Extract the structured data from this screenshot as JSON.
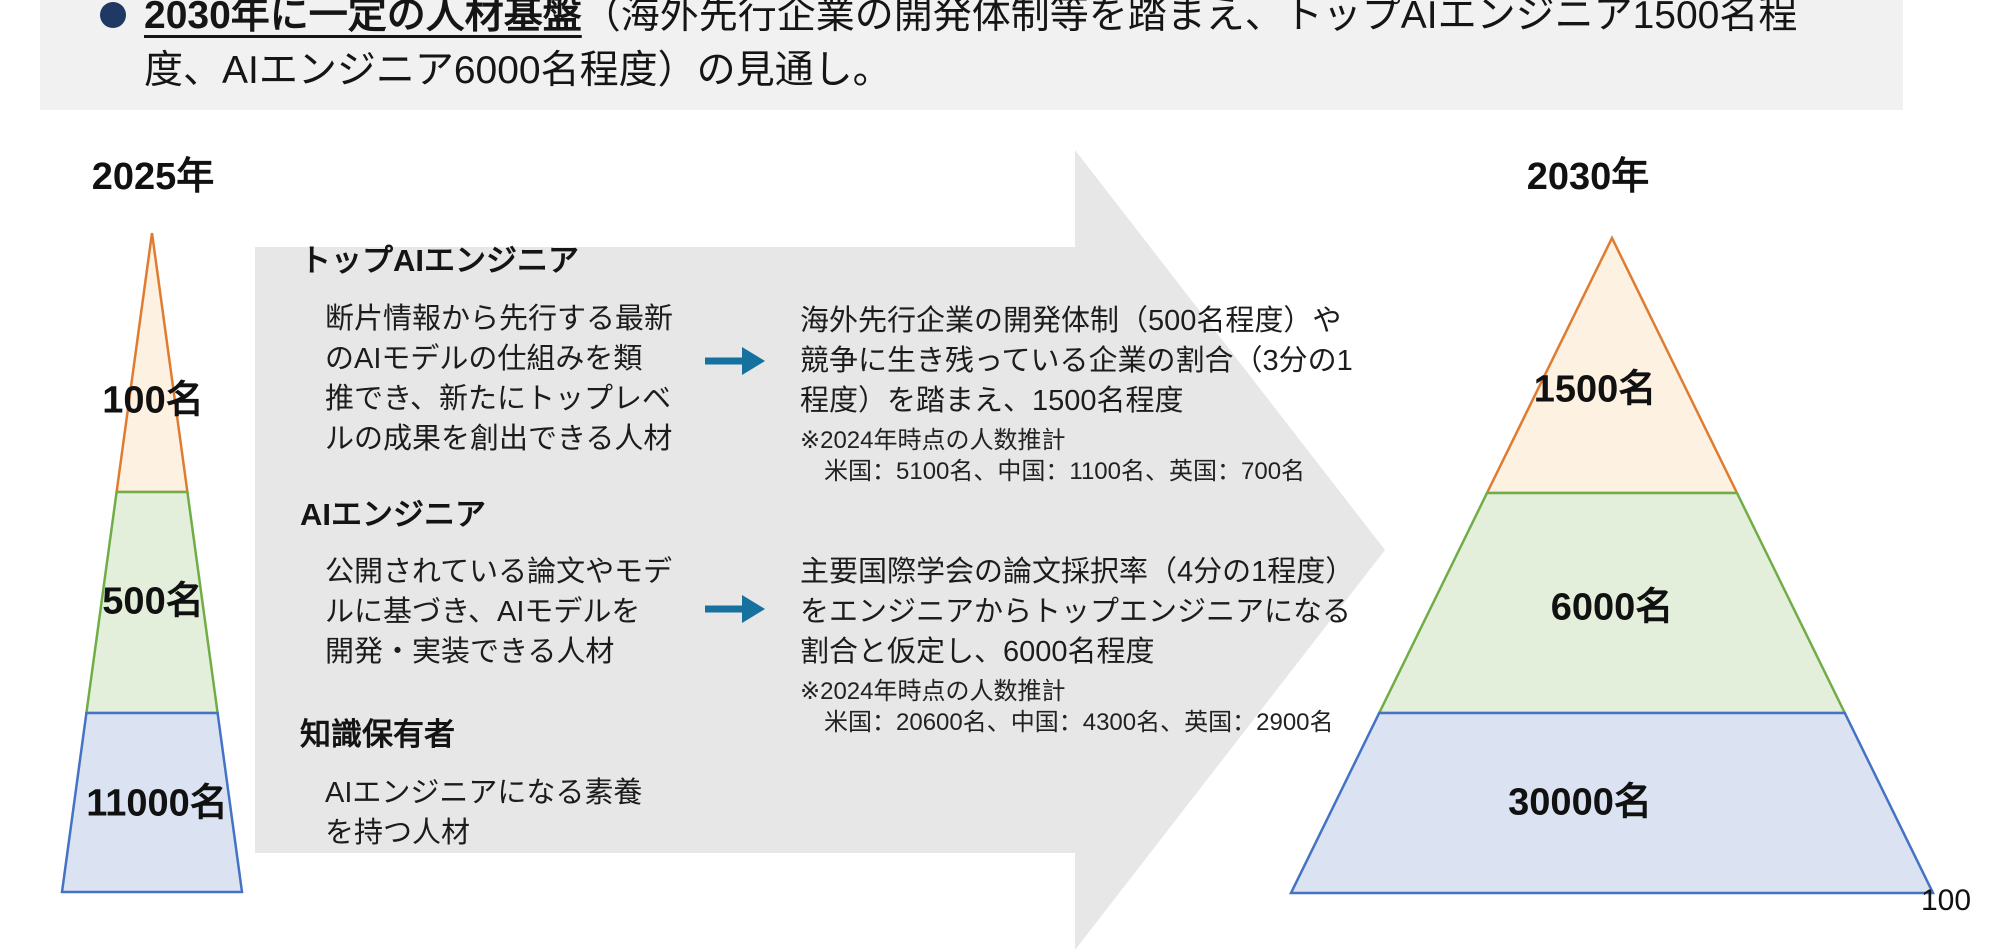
{
  "bullet": {
    "marker": "●",
    "lead_bold": "2030年に一定の人材基盤",
    "line1_rest": "（海外先行企業の開発体制等を踏まえ、トップAIエンジニア1500名程",
    "line2": "度、AIエンジニア6000名程度）の見通し。"
  },
  "pyramids": {
    "left": {
      "year": "2025年",
      "segments": [
        {
          "name": "top-ai-engineer",
          "label": "100名",
          "fill": "#fdf1e1",
          "stroke": "#e07b2f"
        },
        {
          "name": "ai-engineer",
          "label": "500名",
          "fill": "#e4efdb",
          "stroke": "#70ad47"
        },
        {
          "name": "knowledge-holder",
          "label": "11000名",
          "fill": "#dbe3f2",
          "stroke": "#4472c4"
        }
      ]
    },
    "right": {
      "year": "2030年",
      "segments": [
        {
          "name": "top-ai-engineer",
          "label": "1500名",
          "fill": "#fdf1e1",
          "stroke": "#e07b2f"
        },
        {
          "name": "ai-engineer",
          "label": "6000名",
          "fill": "#e4efdb",
          "stroke": "#70ad47"
        },
        {
          "name": "knowledge-holder",
          "label": "30000名",
          "fill": "#dbe3f2",
          "stroke": "#4472c4"
        }
      ]
    }
  },
  "arrow_panel": {
    "blocks": [
      {
        "heading": "トップAIエンジニア",
        "left_text": "断片情報から先行する最新\nのAIモデルの仕組みを類\n推でき、新たにトップレベ\nルの成果を創出できる人材",
        "right_text": "海外先行企業の開発体制（500名程度）や\n競争に生き残っている企業の割合（3分の1\n程度）を踏まえ、1500名程度",
        "note": "※2024年時点の人数推計\n　米国：5100名、中国：1100名、英国：700名"
      },
      {
        "heading": "AIエンジニア",
        "left_text": "公開されている論文やモデ\nルに基づき、AIモデルを\n開発・実装できる人材",
        "right_text": "主要国際学会の論文採択率（4分の1程度）\nをエンジニアからトップエンジニアになる\n割合と仮定し、6000名程度",
        "note": "※2024年時点の人数推計\n　米国：20600名、中国：4300名、英国：2900名"
      },
      {
        "heading": "知識保有者",
        "left_text": "AIエンジニアになる素養\nを持つ人材"
      }
    ]
  },
  "page_number": "100",
  "colors": {
    "top_box_bg": "#f1f1f2",
    "panel_arrow_bg": "#e7e7e8",
    "bullet_marker": "#1f3864",
    "flow_arrow": "#16719f",
    "segment_orange_stroke": "#e07b2f",
    "segment_green_stroke": "#70ad47",
    "segment_blue_stroke": "#4472c4"
  }
}
